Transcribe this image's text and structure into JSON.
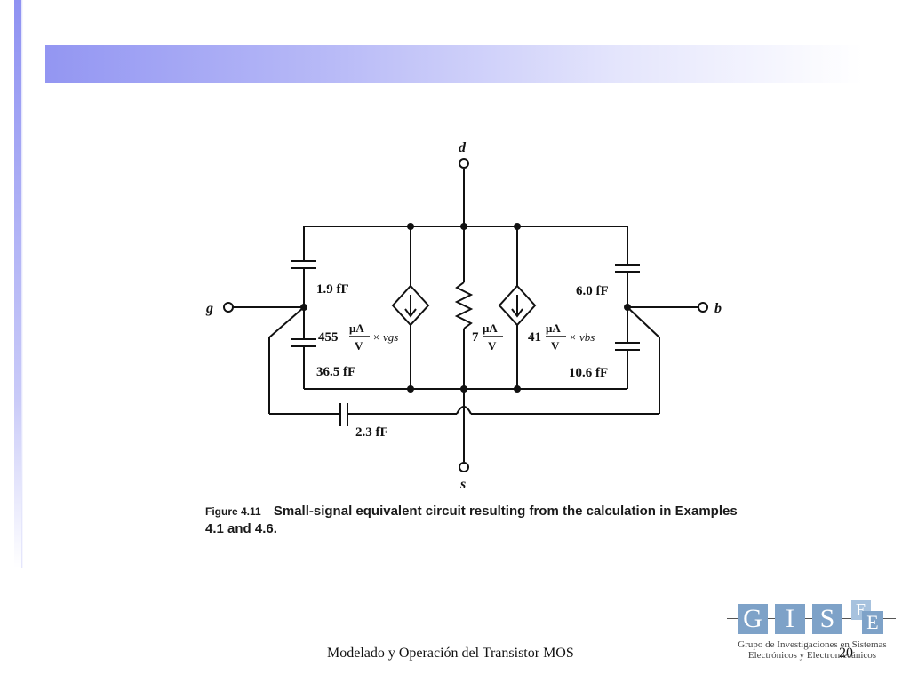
{
  "slide": {
    "footer_title": "Modelado y Operación del Transistor MOS",
    "page_number": "20",
    "accent_color": "#9396f2"
  },
  "logo": {
    "letters": [
      "G",
      "I",
      "S",
      "E",
      "E"
    ],
    "subtitle_line1": "Grupo de Investigaciones en Sistemas",
    "subtitle_line2": "Electrónicos y Electromecánicos",
    "color": "#7ea2c8"
  },
  "diagram": {
    "terminals": {
      "drain": "d",
      "gate": "g",
      "bulk": "b",
      "source": "s"
    },
    "labels": {
      "c_gd": "1.9 fF",
      "c_gs": "36.5 fF",
      "c_db": "6.0 fF",
      "c_sb": "10.6 fF",
      "c_gb": "2.3 fF",
      "gm_coef": "455",
      "gmb_coef": "41",
      "ro_coef": "7",
      "unit_num": "μA",
      "unit_den": "V",
      "times_vgs": "× vgs",
      "times_vbs": "× vbs"
    },
    "caption_label": "Figure 4.11",
    "caption_text": "Small-signal equivalent circuit resulting from the calculation in Examples 4.1 and 4.6."
  }
}
